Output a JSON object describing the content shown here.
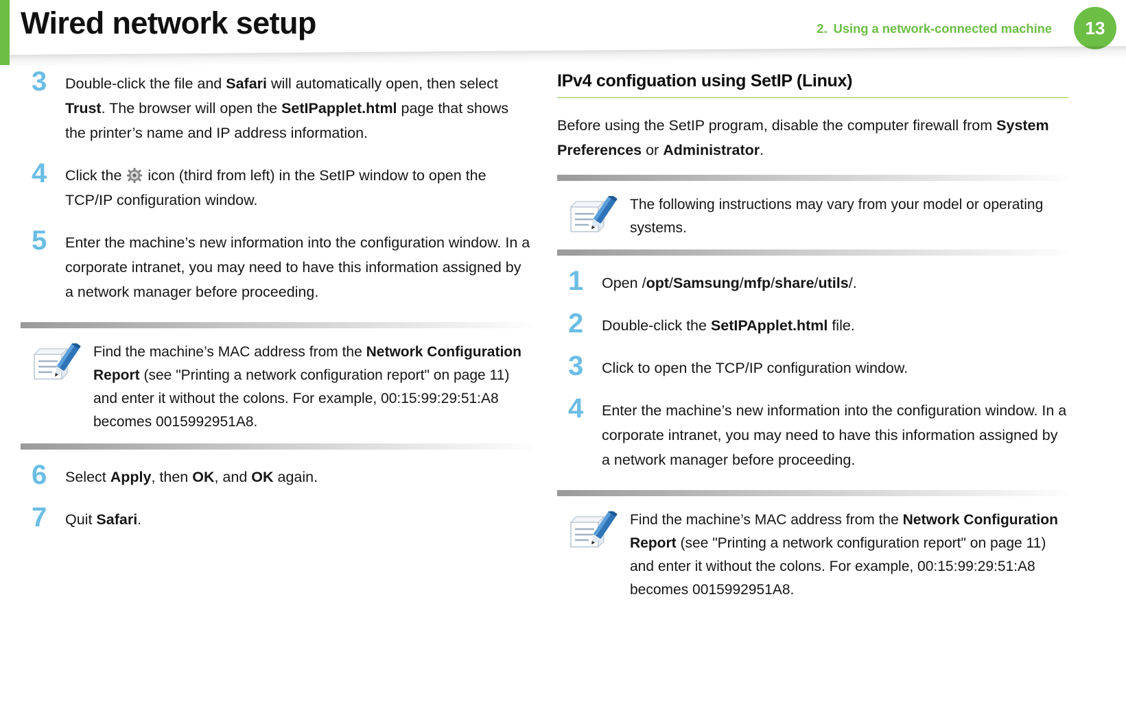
{
  "header": {
    "title": "Wired network setup",
    "chapter_number": "2.",
    "chapter_title": "Using a network-connected machine",
    "page_number": "13",
    "accent_color": "#6cbe45",
    "step_number_color": "#6bbde4"
  },
  "left_column": {
    "steps": [
      {
        "number": "3",
        "text_parts": [
          {
            "text": "Double-click the file and ",
            "bold": false
          },
          {
            "text": "Safari",
            "bold": true
          },
          {
            "text": " will automatically open, then select ",
            "bold": false
          },
          {
            "text": "Trust",
            "bold": true
          },
          {
            "text": ". The browser will open the ",
            "bold": false
          },
          {
            "text": "SetIPapplet.html",
            "bold": true
          },
          {
            "text": " page that shows the printer’s name and IP address information.",
            "bold": false
          }
        ]
      },
      {
        "number": "4",
        "text_parts": [
          {
            "text": "Click the ",
            "bold": false
          },
          {
            "text": "",
            "icon": "gear-icon"
          },
          {
            "text": " icon (third from left) in the SetIP window to open the TCP/IP configuration window.",
            "bold": false
          }
        ]
      },
      {
        "number": "5",
        "text_parts": [
          {
            "text": "Enter the machine’s new information into the configuration window. In a corporate intranet, you may need to have this information assigned by a network manager before proceeding.",
            "bold": false
          }
        ]
      }
    ],
    "note": {
      "icon": "note-pen-icon",
      "text_parts": [
        {
          "text": "Find the machine’s MAC address from the ",
          "bold": false
        },
        {
          "text": "Network Configuration Report",
          "bold": true
        },
        {
          "text": " (see \"Printing a network configuration report\" on page 11) and enter it without the colons. For example, 00:15:99:29:51:A8 becomes 0015992951A8.",
          "bold": false
        }
      ]
    },
    "steps_after_note": [
      {
        "number": "6",
        "text_parts": [
          {
            "text": "Select ",
            "bold": false
          },
          {
            "text": "Apply",
            "bold": true
          },
          {
            "text": ", then ",
            "bold": false
          },
          {
            "text": "OK",
            "bold": true
          },
          {
            "text": ", and ",
            "bold": false
          },
          {
            "text": "OK",
            "bold": true
          },
          {
            "text": " again.",
            "bold": false
          }
        ]
      },
      {
        "number": "7",
        "text_parts": [
          {
            "text": "Quit ",
            "bold": false
          },
          {
            "text": "Safari",
            "bold": true
          },
          {
            "text": ".",
            "bold": false
          }
        ]
      }
    ]
  },
  "right_column": {
    "heading": "IPv4 configuation using SetIP (Linux)",
    "intro_parts": [
      {
        "text": "Before using the SetIP program, disable the computer firewall from ",
        "bold": false
      },
      {
        "text": "System Preferences",
        "bold": true
      },
      {
        "text": " or ",
        "bold": false
      },
      {
        "text": "Administrator",
        "bold": true
      },
      {
        "text": ".",
        "bold": false
      }
    ],
    "note_top": {
      "icon": "note-pen-icon",
      "text_parts": [
        {
          "text": "The following instructions may vary from your model or operating systems.",
          "bold": false
        }
      ]
    },
    "steps": [
      {
        "number": "1",
        "text_parts": [
          {
            "text": "Open ",
            "bold": false
          },
          {
            "text": "/",
            "bold": false
          },
          {
            "text": "opt",
            "bold": true
          },
          {
            "text": "/",
            "bold": false
          },
          {
            "text": "Samsung",
            "bold": true
          },
          {
            "text": "/",
            "bold": false
          },
          {
            "text": "mfp",
            "bold": true
          },
          {
            "text": "/",
            "bold": false
          },
          {
            "text": "share",
            "bold": true
          },
          {
            "text": "/",
            "bold": false
          },
          {
            "text": "utils",
            "bold": true
          },
          {
            "text": "/.",
            "bold": false
          }
        ]
      },
      {
        "number": "2",
        "text_parts": [
          {
            "text": "Double-click the ",
            "bold": false
          },
          {
            "text": "SetIPApplet.html",
            "bold": true
          },
          {
            "text": " file.",
            "bold": false
          }
        ]
      },
      {
        "number": "3",
        "text_parts": [
          {
            "text": "Click to open the TCP/IP configuration window.",
            "bold": false
          }
        ]
      },
      {
        "number": "4",
        "text_parts": [
          {
            "text": "Enter the machine’s new information into the configuration window. In a corporate intranet, you may need to have this information assigned by a network manager before proceeding.",
            "bold": false
          }
        ]
      }
    ],
    "note_bottom": {
      "icon": "note-pen-icon",
      "text_parts": [
        {
          "text": "Find the machine’s MAC address from the ",
          "bold": false
        },
        {
          "text": "Network Configuration Report",
          "bold": true
        },
        {
          "text": " (see \"Printing a network configuration report\" on page 11) and enter it without the colons. For example, 00:15:99:29:51:A8 becomes 0015992951A8.",
          "bold": false
        }
      ]
    }
  }
}
